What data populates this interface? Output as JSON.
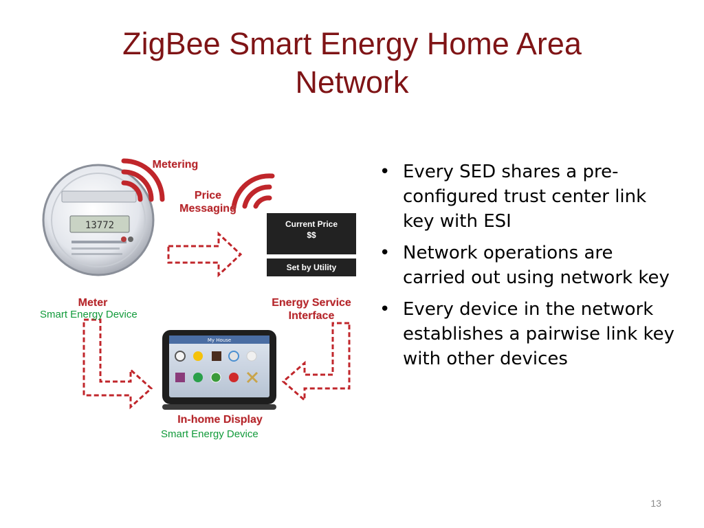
{
  "slide": {
    "title_line1": "ZigBee Smart Energy Home Area",
    "title_line2": "Network",
    "page_number": "13"
  },
  "diagram": {
    "labels": {
      "metering": "Metering",
      "price_line1": "Price",
      "price_line2": "Messaging",
      "meter": "Meter",
      "esi_line1": "Energy Service",
      "esi_line2": "Interface",
      "ihd": "In-home Display"
    },
    "sed_labels": {
      "meter": "Smart Energy Device",
      "display": "Smart Energy Device"
    },
    "esi_panel": {
      "line1": "Current Price",
      "line2": "$$",
      "line3": "Set by Utility"
    },
    "meter_readout": "13772",
    "display_header": "My House"
  },
  "bullets": [
    "Every SED shares a pre-configured trust center link key with ESI",
    "Network operations are carried out using network key",
    "Every device in the network establishes a pairwise link key with other devices"
  ],
  "colors": {
    "title": "#7f1416",
    "label_red": "#b5262b",
    "sed_green": "#119a3a"
  }
}
